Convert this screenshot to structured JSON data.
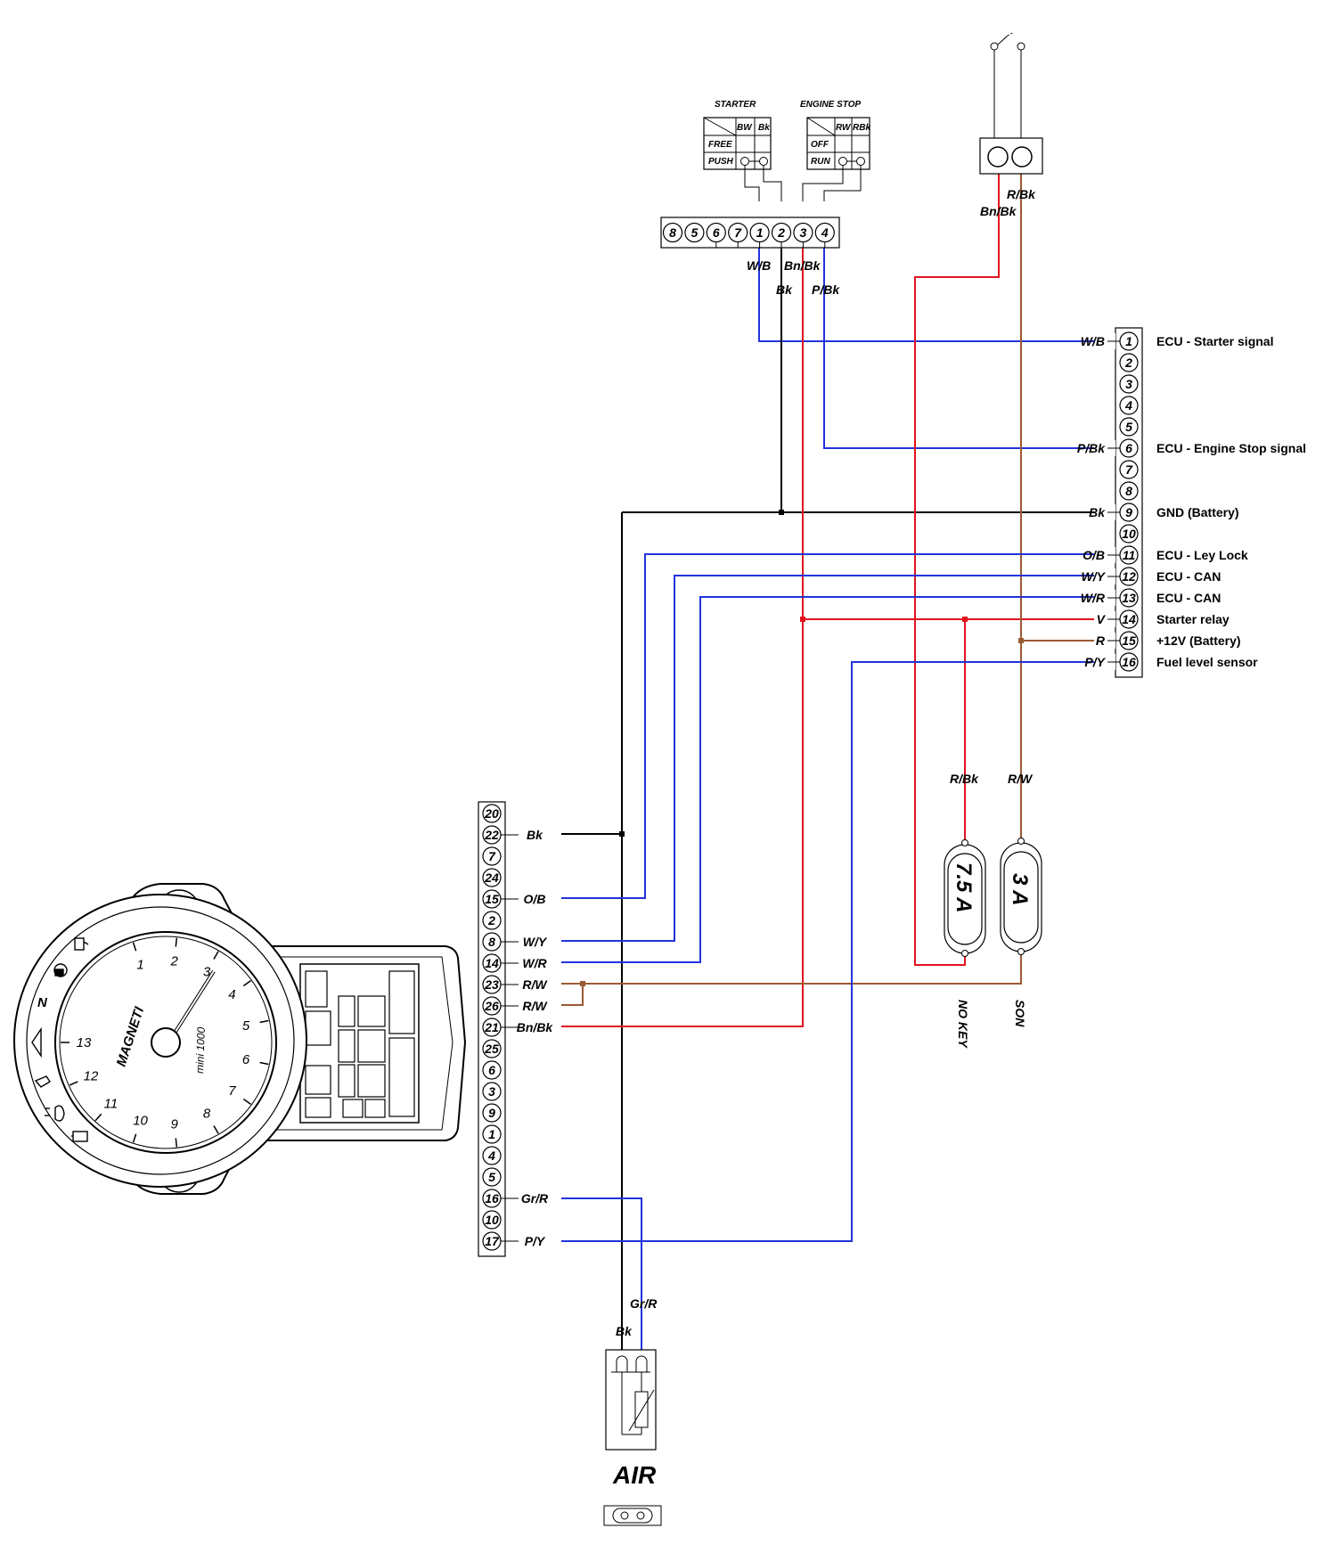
{
  "switches": {
    "starter": {
      "title": "STARTER",
      "cols": [
        "BW",
        "Bk"
      ],
      "rows": [
        "FREE",
        "PUSH"
      ]
    },
    "engine_stop": {
      "title": "ENGINE STOP",
      "cols": [
        "RW",
        "RBk"
      ],
      "rows": [
        "OFF",
        "RUN"
      ]
    }
  },
  "top_connector": {
    "pins": [
      "8",
      "5",
      "6",
      "7",
      "1",
      "2",
      "3",
      "4"
    ],
    "wire_labels": {
      "p1": "W/B",
      "p2": "Bk",
      "p3": "Bn/Bk",
      "p4": "P/Bk"
    }
  },
  "key_switch": {
    "labels": [
      "Bn/Bk",
      "R/Bk"
    ]
  },
  "ecu_connector": {
    "pins": [
      {
        "num": "1",
        "wire": "W/B",
        "desc": "ECU - Starter signal"
      },
      {
        "num": "2",
        "wire": "",
        "desc": ""
      },
      {
        "num": "3",
        "wire": "",
        "desc": ""
      },
      {
        "num": "4",
        "wire": "",
        "desc": ""
      },
      {
        "num": "5",
        "wire": "",
        "desc": ""
      },
      {
        "num": "6",
        "wire": "P/Bk",
        "desc": "ECU - Engine Stop signal"
      },
      {
        "num": "7",
        "wire": "",
        "desc": ""
      },
      {
        "num": "8",
        "wire": "",
        "desc": ""
      },
      {
        "num": "9",
        "wire": "Bk",
        "desc": "GND (Battery)"
      },
      {
        "num": "10",
        "wire": "",
        "desc": ""
      },
      {
        "num": "11",
        "wire": "O/B",
        "desc": "ECU - Ley Lock"
      },
      {
        "num": "12",
        "wire": "W/Y",
        "desc": "ECU - CAN"
      },
      {
        "num": "13",
        "wire": "W/R",
        "desc": "ECU - CAN"
      },
      {
        "num": "14",
        "wire": "V",
        "desc": "Starter relay"
      },
      {
        "num": "15",
        "wire": "R",
        "desc": "+12V (Battery)"
      },
      {
        "num": "16",
        "wire": "P/Y",
        "desc": "Fuel level sensor"
      }
    ]
  },
  "dash_connector": {
    "pins": [
      {
        "num": "20",
        "wire": ""
      },
      {
        "num": "22",
        "wire": "Bk"
      },
      {
        "num": "7",
        "wire": ""
      },
      {
        "num": "24",
        "wire": ""
      },
      {
        "num": "15",
        "wire": "O/B"
      },
      {
        "num": "2",
        "wire": ""
      },
      {
        "num": "8",
        "wire": "W/Y"
      },
      {
        "num": "14",
        "wire": "W/R"
      },
      {
        "num": "23",
        "wire": "R/W"
      },
      {
        "num": "26",
        "wire": "R/W"
      },
      {
        "num": "21",
        "wire": "Bn/Bk"
      },
      {
        "num": "25",
        "wire": ""
      },
      {
        "num": "6",
        "wire": ""
      },
      {
        "num": "3",
        "wire": ""
      },
      {
        "num": "9",
        "wire": ""
      },
      {
        "num": "1",
        "wire": ""
      },
      {
        "num": "4",
        "wire": ""
      },
      {
        "num": "5",
        "wire": ""
      },
      {
        "num": "16",
        "wire": "Gr/R"
      },
      {
        "num": "10",
        "wire": ""
      },
      {
        "num": "17",
        "wire": "P/Y"
      }
    ]
  },
  "fuses": [
    {
      "rating": "7.5 A",
      "wire_label": "R/Bk",
      "name": "NO KEY"
    },
    {
      "rating": "3 A",
      "wire_label": "R/W",
      "name": "SON"
    }
  ],
  "air_sensor": {
    "title": "AIR",
    "labels": [
      "Bk",
      "Gr/R"
    ]
  },
  "gauge_numbers": [
    "1",
    "2",
    "3",
    "4",
    "5",
    "6",
    "7",
    "8",
    "9",
    "10",
    "11",
    "12",
    "13"
  ],
  "colors": {
    "blue": "#2233dd",
    "black": "#000000",
    "red": "#e0141e",
    "brown": "#9a5a32"
  }
}
